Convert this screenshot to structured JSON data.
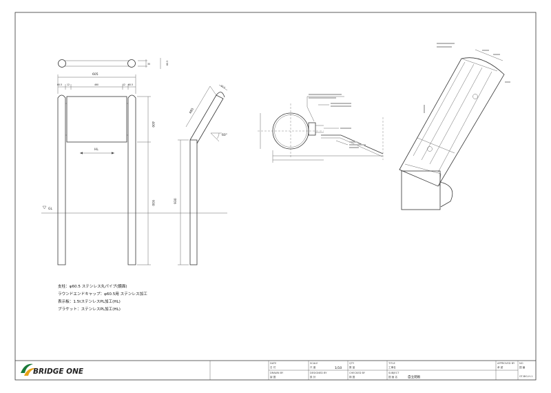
{
  "drawing": {
    "dims": {
      "front_width": "605",
      "pole_dia": "60.5",
      "gap": "12",
      "panel_width": "460",
      "panel_height": "400",
      "post_height": "930",
      "side_panel": "480",
      "side_pole": "60.5",
      "angle": "60°",
      "cap_dim_a": "30",
      "cap_dim_b": "60.5",
      "gl": "GL",
      "hl": "HL"
    },
    "notes": [
      "支柱：φ60.5 ステンレス丸パイプ(鏡面)",
      "ラウンドエンドキャップ：φ60.5用 ステンレス加工",
      "表示板：1.5tステンレスPL加工(HL)",
      "ブラケット：ステンレスPL加工(HL)"
    ]
  },
  "title_block": {
    "logo": "BRIDGE ONE",
    "date_label": "DATE",
    "date_value": "日 付",
    "scale_label": "SCALE",
    "scale_name": "尺 度",
    "scale_value": "1/10",
    "qty_label": "QTY",
    "qty_value": "数 量",
    "title_label": "TITLE",
    "title_value": "工事名",
    "drawn_label": "DRAWN BY",
    "drawn_value": "製 図",
    "designed_label": "DESIGNED BY",
    "designed_value": "設 計",
    "checked_label": "CHECKED BY",
    "checked_value": "検 図",
    "subject_label": "SUBJECT",
    "subject_name": "図 面 名",
    "subject_value": "自立銘板",
    "approved_label": "APPROVED BY",
    "approved_value": "承 認",
    "no_label": "NO",
    "no_value": "図 番",
    "code": "GT-BIG-H-1"
  }
}
